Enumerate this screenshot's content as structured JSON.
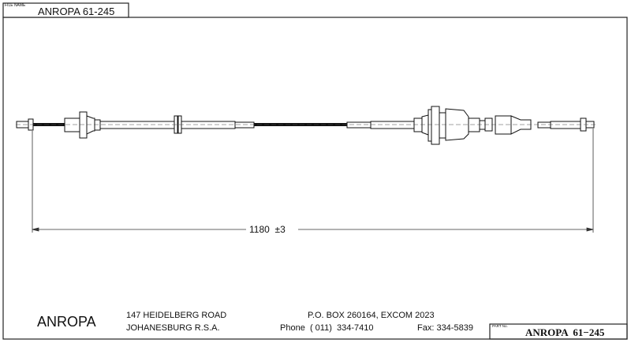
{
  "file_box": {
    "label": "FILE NAME",
    "value": "ANROPA 61-245"
  },
  "dimension": {
    "value": "1180",
    "tolerance": "±3"
  },
  "title_block": {
    "company": "ANROPA",
    "address_line1": "147 HEIDELBERG ROAD",
    "address_line2": "JOHANESBURG R.S.A.",
    "po_box": "P.O. BOX 260164, EXCOM 2023",
    "phone_label": "Phone",
    "phone_value": "( 011)  334-7410",
    "fax": "Fax: 334-5839",
    "part_label": "PART No.",
    "part_no": "ANROPA  61−245"
  }
}
